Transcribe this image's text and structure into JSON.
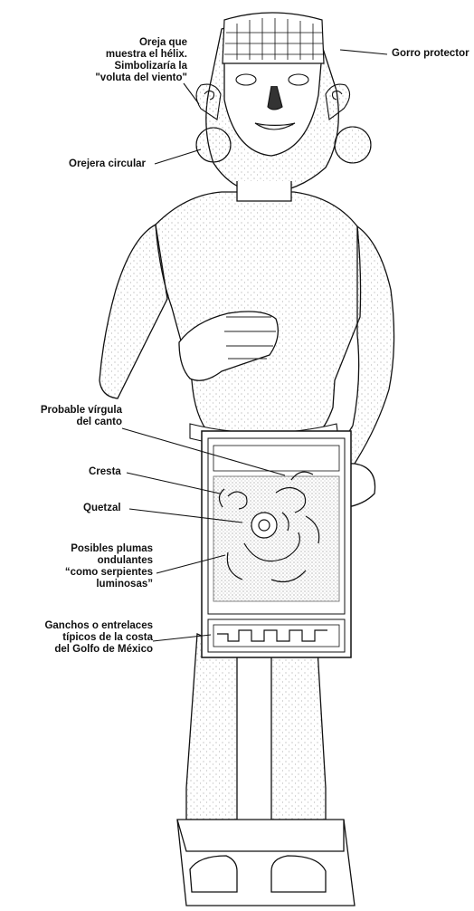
{
  "labels": {
    "gorro": "Gorro protector",
    "oreja": [
      "Oreja que",
      "muestra el hélix.",
      "Simbolizaría  la",
      "\"voluta del viento\""
    ],
    "orejera": "Orejera circular",
    "virgula": [
      "Probable vírgula",
      "del canto"
    ],
    "cresta": "Cresta",
    "quetzal": "Quetzal",
    "plumas": [
      "Posibles plumas",
      "ondulantes",
      "“como serpientes",
      "luminosas”"
    ],
    "ganchos": [
      "Ganchos o entrelaces",
      "típicos de la costa",
      "del Golfo de México"
    ]
  }
}
